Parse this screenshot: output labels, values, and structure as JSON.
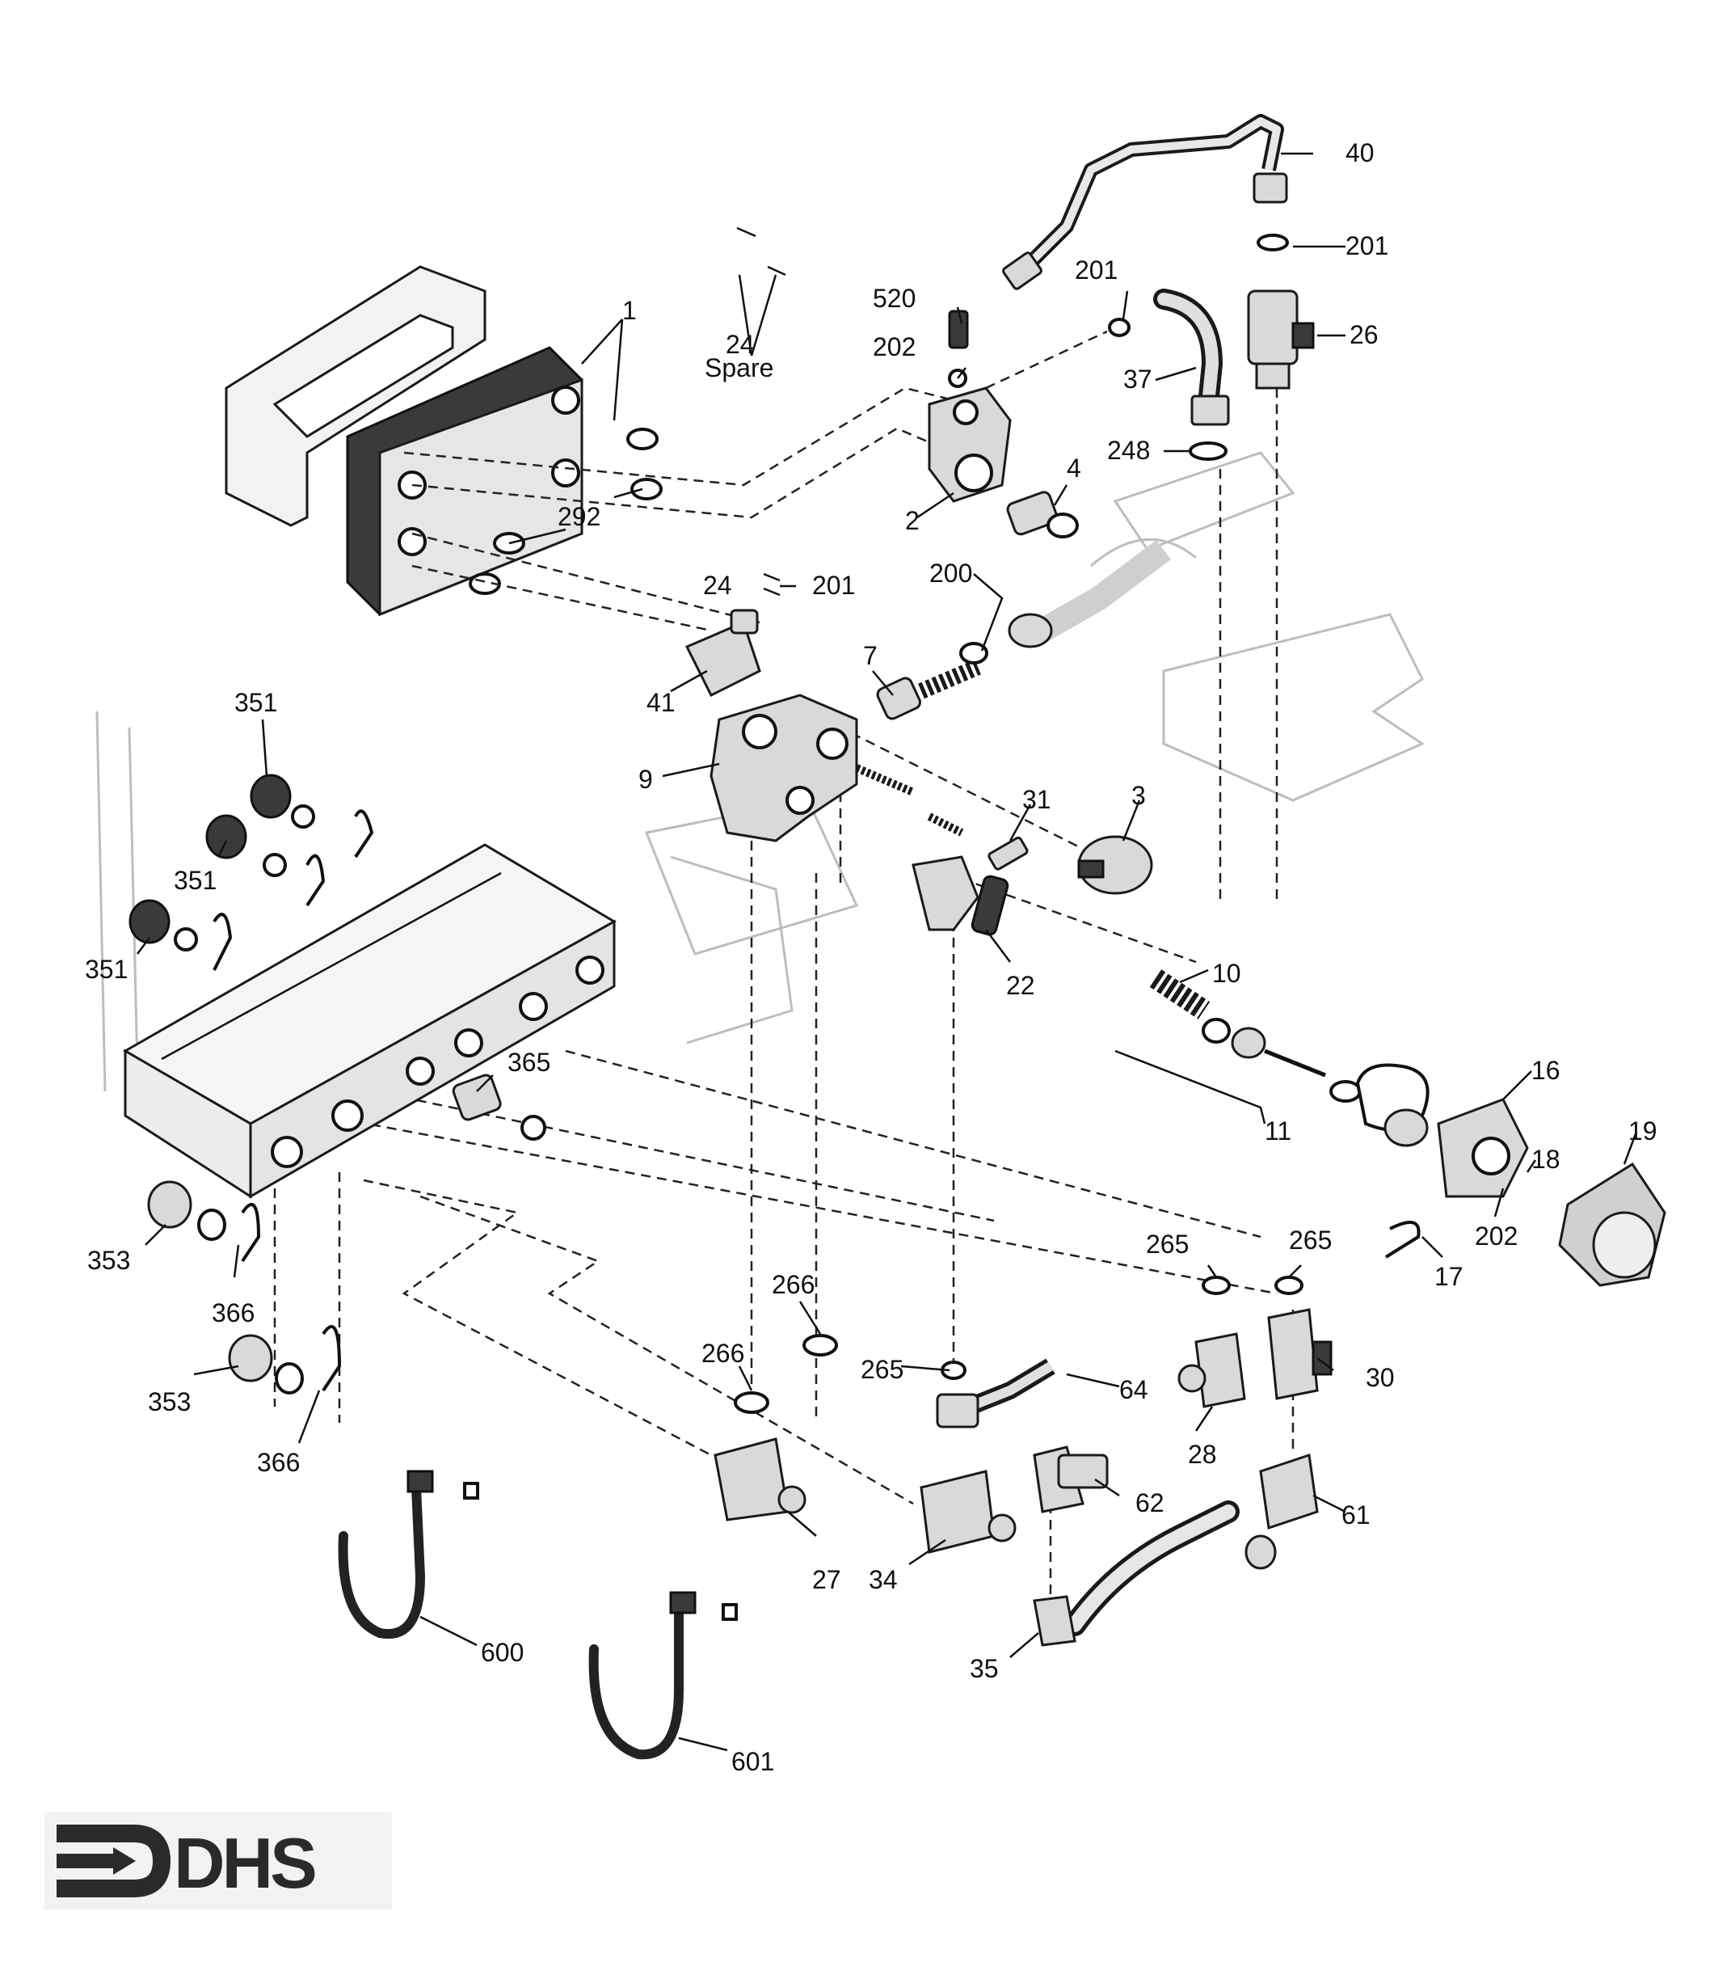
{
  "diagram": {
    "logo_text": "DHS",
    "part_labels": [
      "1",
      "24",
      "Spare",
      "520",
      "202",
      "201",
      "40",
      "201",
      "26",
      "37",
      "248",
      "292",
      "2",
      "4",
      "24",
      "201",
      "200",
      "7",
      "41",
      "9",
      "31",
      "3",
      "351",
      "351",
      "351",
      "22",
      "10",
      "16",
      "19",
      "365",
      "11",
      "18",
      "202",
      "17",
      "265",
      "265",
      "353",
      "266",
      "266",
      "265",
      "64",
      "30",
      "366",
      "28",
      "353",
      "366",
      "62",
      "61",
      "27",
      "34",
      "35",
      "600",
      "601"
    ]
  }
}
